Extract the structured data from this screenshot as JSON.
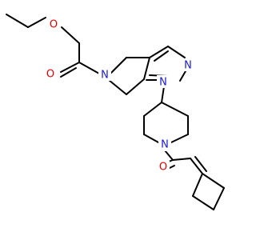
{
  "diagram": {
    "atoms": [
      {
        "id": "o-ether",
        "symbol": "O",
        "color": "#e00000"
      },
      {
        "id": "o-carbonyl-top",
        "symbol": "O",
        "color": "#e00000"
      },
      {
        "id": "n-pyrrole",
        "symbol": "N",
        "color": "#1a1ad6"
      },
      {
        "id": "n-pyrazole-1",
        "symbol": "N",
        "color": "#1a1ad6"
      },
      {
        "id": "n-pyrazole-2",
        "symbol": "N",
        "color": "#1a1ad6"
      },
      {
        "id": "n-piperidine",
        "symbol": "N",
        "color": "#1a1ad6"
      },
      {
        "id": "o-carbonyl-bottom",
        "symbol": "O",
        "color": "#e00000"
      }
    ]
  }
}
